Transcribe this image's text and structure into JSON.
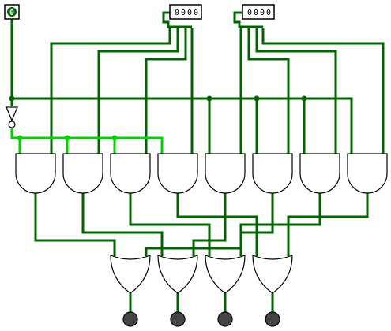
{
  "circuit": {
    "select_input": {
      "value": "0"
    },
    "bus_a": {
      "bits": [
        "0",
        "0",
        "0",
        "0"
      ]
    },
    "bus_b": {
      "bits": [
        "0",
        "0",
        "0",
        "0"
      ]
    },
    "and_gate_count": 8,
    "or_gate_count": 4,
    "output_count": 4,
    "colors": {
      "wire_low": "#006400",
      "wire_high": "#00d200",
      "gate_stroke": "#000000",
      "output_off": "#444444"
    }
  }
}
